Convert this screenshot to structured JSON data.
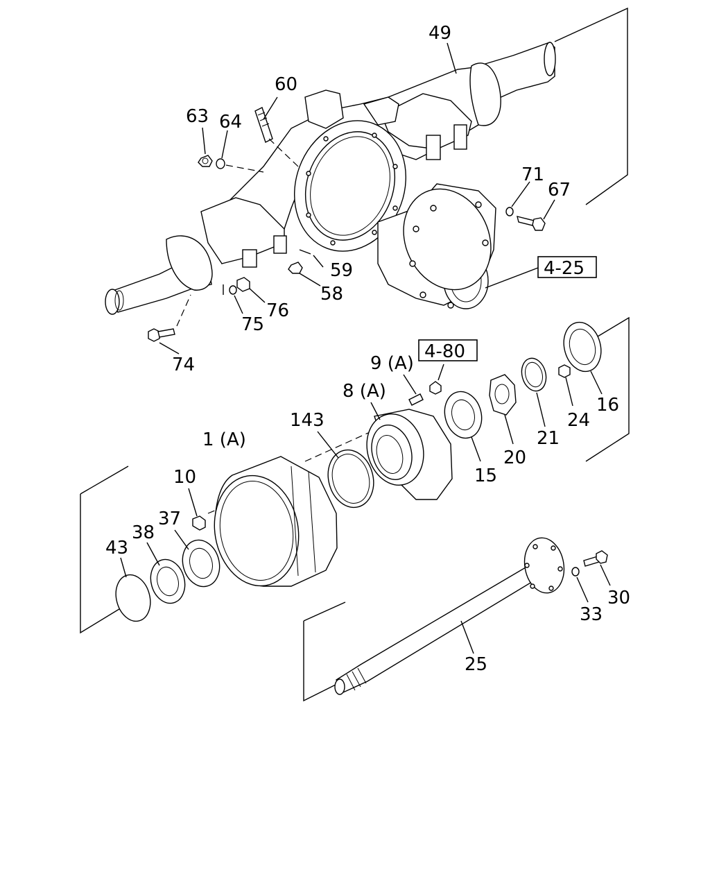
{
  "callouts": {
    "p49": "49",
    "p60": "60",
    "p63": "63",
    "p64": "64",
    "p71": "71",
    "p67": "67",
    "p59": "59",
    "p58": "58",
    "p76": "76",
    "p75": "75",
    "p74": "74",
    "p9a": "9 (A)",
    "p8a": "8 (A)",
    "p143": "143",
    "p1a": "1 (A)",
    "p10": "10",
    "p37": "37",
    "p38": "38",
    "p43": "43",
    "p15": "15",
    "p20": "20",
    "p21": "21",
    "p24": "24",
    "p16": "16",
    "p25": "25",
    "p33": "33",
    "p30": "30"
  },
  "references": {
    "r425": "4-25",
    "r480": "4-80"
  }
}
